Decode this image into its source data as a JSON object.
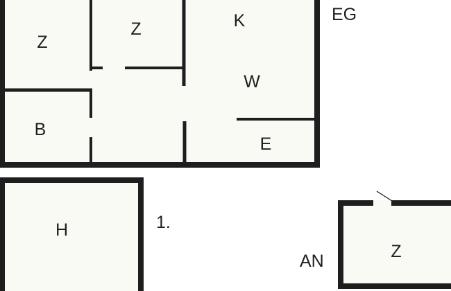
{
  "floors": {
    "eg": {
      "label": "EG",
      "rooms": {
        "z_left": "Z",
        "z_mid": "Z",
        "k": "K",
        "w": "W",
        "b": "B",
        "e": "E"
      }
    },
    "first": {
      "label": "1.",
      "rooms": {
        "h": "H"
      }
    },
    "an": {
      "label": "AN",
      "rooms": {
        "z": "Z"
      }
    }
  },
  "colors": {
    "wall": "#1e1e1e",
    "floor_fill": "#fafaf4",
    "background": "#ffffff",
    "text": "#1e1e1e"
  }
}
